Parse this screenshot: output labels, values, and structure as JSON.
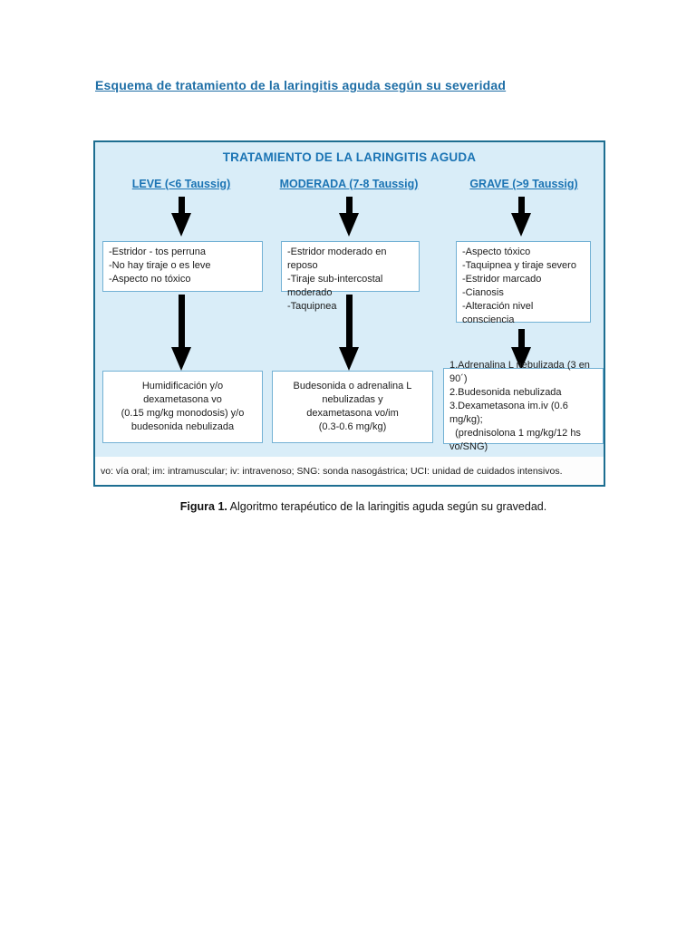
{
  "page": {
    "title": "Esquema de tratamiento de la laringitis aguda según su severidad",
    "caption": {
      "label": "Figura 1.",
      "text": " Algoritmo terapéutico de la laringitis aguda según su gravedad."
    }
  },
  "colors": {
    "accent_blue": "#1b74b4",
    "frame_border": "#1d6e91",
    "frame_background": "#d9edf8",
    "box_border": "#72b1d4",
    "arrow": "#000000"
  },
  "flowchart": {
    "title": "TRATAMIENTO DE LA LARINGITIS AGUDA",
    "columns": [
      {
        "header": "LEVE (<6 Taussig)",
        "symptoms": [
          "-Estridor - tos perruna",
          "-No hay tiraje o es leve",
          "-Aspecto no tóxico"
        ],
        "treatment": [
          "Humidificación y/o",
          "dexametasona vo",
          "(0.15 mg/kg monodosis) y/o",
          "budesonida nebulizada"
        ]
      },
      {
        "header": "MODERADA (7-8 Taussig)",
        "symptoms": [
          "-Estridor moderado en reposo",
          "-Tiraje sub-intercostal moderado",
          "-Taquipnea"
        ],
        "treatment": [
          "Budesonida o adrenalina L",
          "nebulizadas y",
          "dexametasona vo/im",
          "(0.3-0.6 mg/kg)"
        ]
      },
      {
        "header": "GRAVE (>9 Taussig)",
        "symptoms": [
          "-Aspecto tóxico",
          "-Taquipnea y tiraje severo",
          "-Estridor marcado",
          "-Cianosis",
          "-Alteración nivel consciencia"
        ],
        "treatment": [
          "1.Adrenalina L nebulizada (3 en 90´)",
          "2.Budesonida nebulizada",
          "3.Dexametasona im.iv (0.6 mg/kg);",
          "  (prednisolona 1 mg/kg/12 hs vo/SNG)"
        ]
      }
    ],
    "footnote": "vo: vía oral; im: intramuscular; iv: intravenoso; SNG: sonda nasogástrica; UCI: unidad de cuidados intensivos."
  }
}
